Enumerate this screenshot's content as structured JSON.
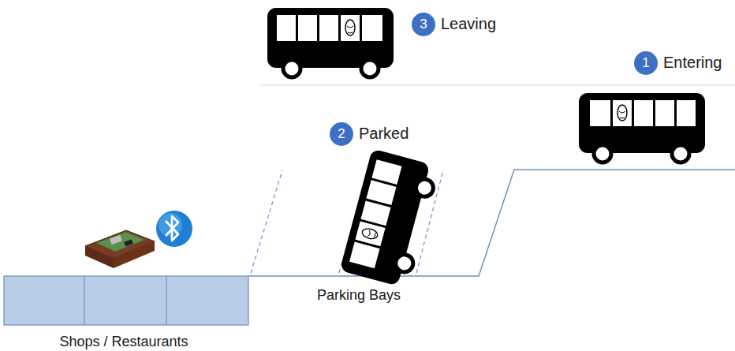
{
  "diagram": {
    "nodes": [
      {
        "text": [
          "3",
          "Leaving"
        ]
      },
      {
        "text": [
          "1",
          "Entering"
        ]
      },
      {
        "text": [
          "2",
          "Parked"
        ]
      }
    ],
    "labels": [
      "Parking Bays",
      "Shops / Restaurants"
    ]
  }
}
